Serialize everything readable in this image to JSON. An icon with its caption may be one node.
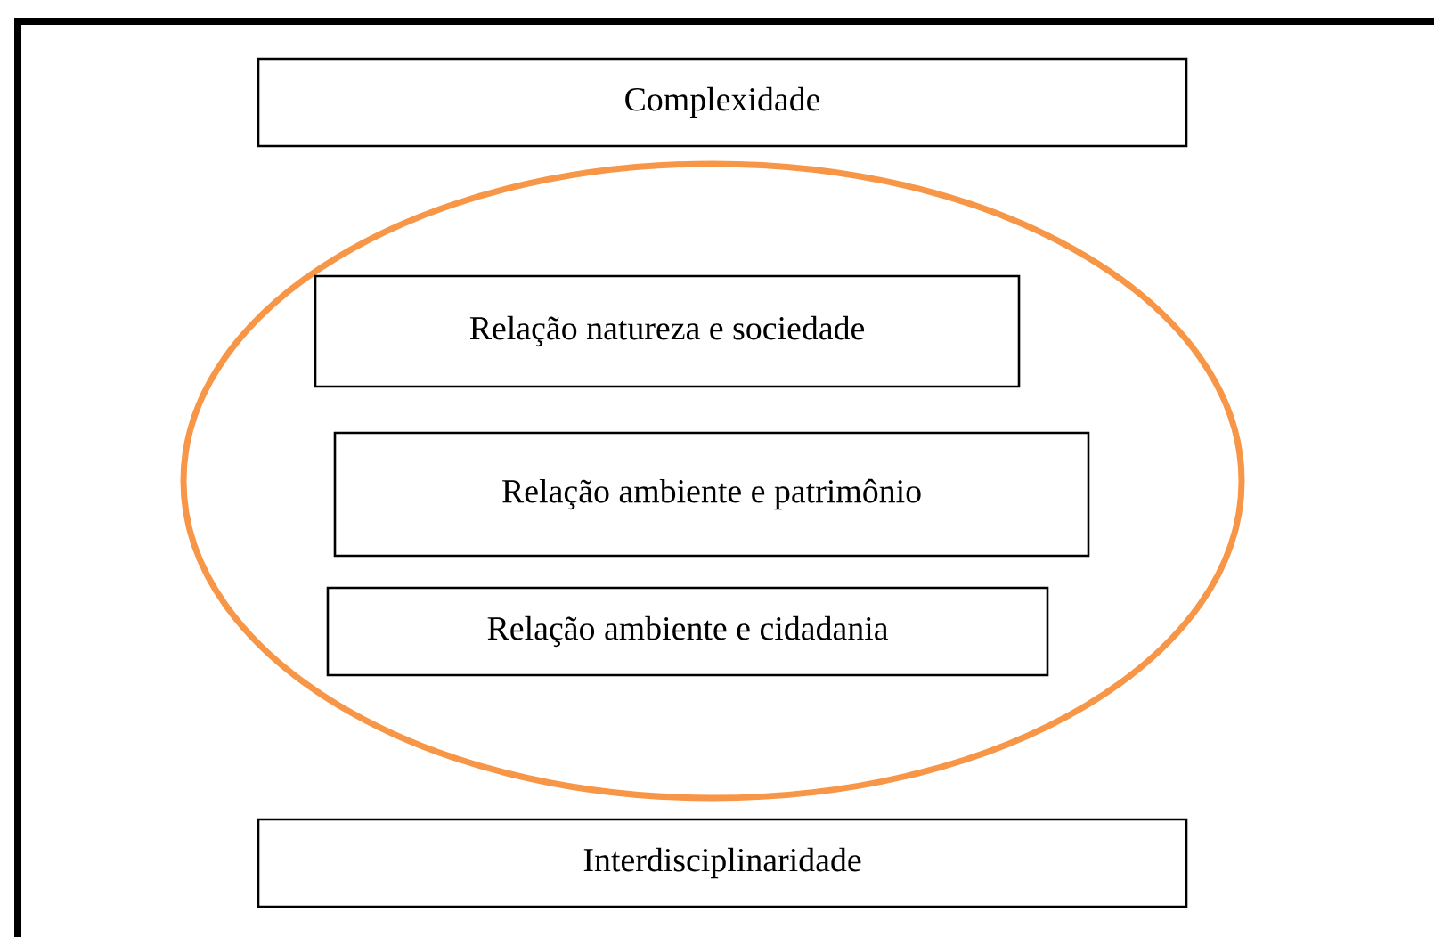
{
  "diagram": {
    "nodes": [
      {
        "text": [],
        "shape": "box"
      },
      {
        "text": [
          "Complexidade"
        ],
        "in": 0
      },
      {
        "text": [],
        "shape": "ellipse",
        "in": 0
      },
      {
        "text": [
          "Relação natureza e sociedade"
        ],
        "in": 2
      },
      {
        "text": [
          "Relação ambiente e patrimônio"
        ],
        "in": 2
      },
      {
        "text": [
          "Relação ambiente e cidadania"
        ],
        "in": 2
      },
      {
        "text": [
          "Interdisciplinaridade"
        ],
        "in": 0
      }
    ]
  }
}
